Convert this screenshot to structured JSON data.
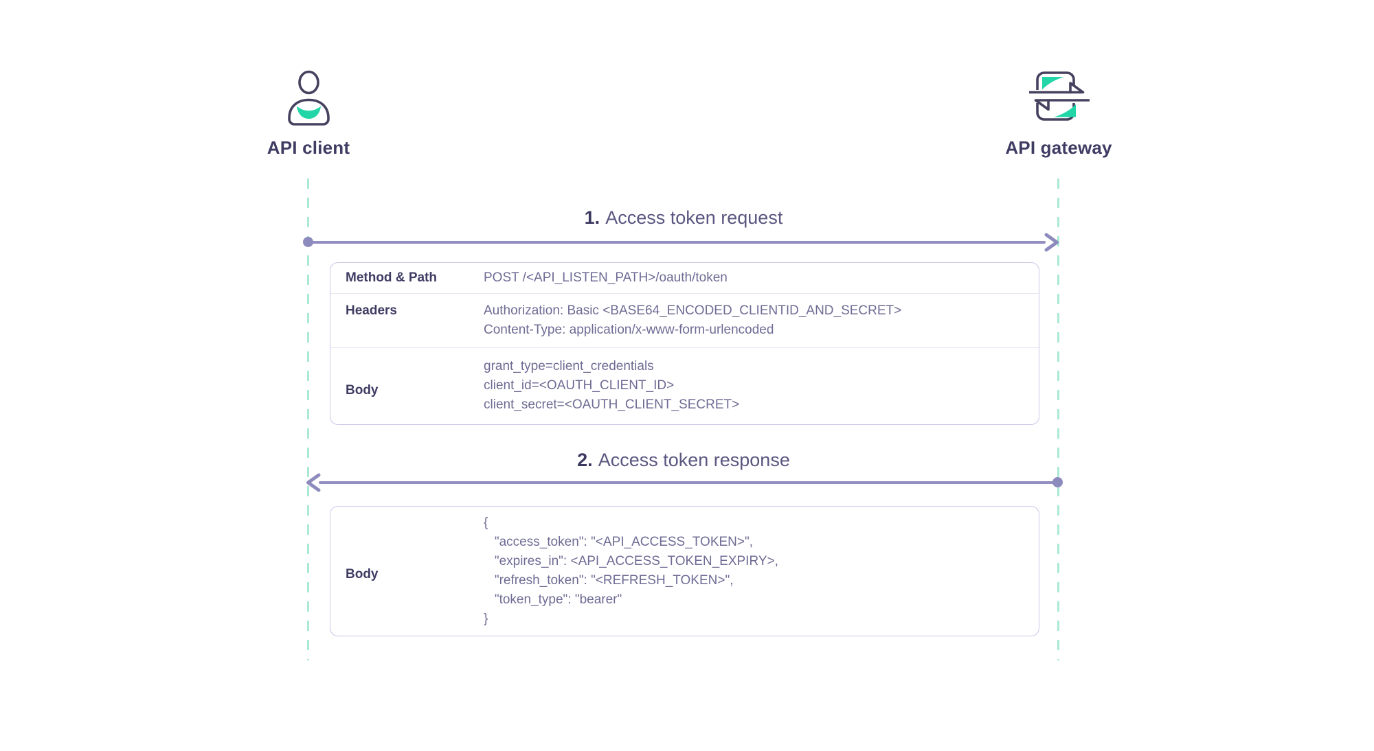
{
  "diagram": {
    "actors": {
      "client": {
        "label": "API client",
        "icon": "user-icon"
      },
      "gateway": {
        "label": "API gateway",
        "icon": "gateway-swap-icon"
      }
    },
    "messages": [
      {
        "number": "1.",
        "title": "Access token request",
        "direction": "client-to-gateway"
      },
      {
        "number": "2.",
        "title": "Access token response",
        "direction": "gateway-to-client"
      }
    ],
    "request_table": {
      "rows": [
        {
          "label": "Method & Path",
          "lines": [
            "POST /<API_LISTEN_PATH>/oauth/token"
          ]
        },
        {
          "label": "Headers",
          "lines": [
            "Authorization: Basic <BASE64_ENCODED_CLIENTID_AND_SECRET>",
            "Content-Type: application/x-www-form-urlencoded"
          ]
        },
        {
          "label": "Body",
          "lines": [
            "grant_type=client_credentials",
            "client_id=<OAUTH_CLIENT_ID>",
            "client_secret=<OAUTH_CLIENT_SECRET>"
          ]
        }
      ]
    },
    "response_table": {
      "rows": [
        {
          "label": "Body",
          "lines": [
            "{",
            "   \"access_token\": \"<API_ACCESS_TOKEN>\",",
            "   \"expires_in\": <API_ACCESS_TOKEN_EXPIRY>,",
            "   \"refresh_token\": \"<REFRESH_TOKEN>\",",
            "   \"token_type\": \"bearer\"",
            "}"
          ]
        }
      ]
    },
    "colors": {
      "accent_teal": "#23d6a8",
      "lifeline_teal": "#aae9d6",
      "arrow_purple": "#918ec1",
      "arrow_marker": "#8d8abd",
      "dark_text": "#3f3c63",
      "value_text": "#6e6b94",
      "table_border": "#cbc7e6",
      "row_divider": "#e9e6f4",
      "icon_stroke": "#45415f"
    }
  }
}
